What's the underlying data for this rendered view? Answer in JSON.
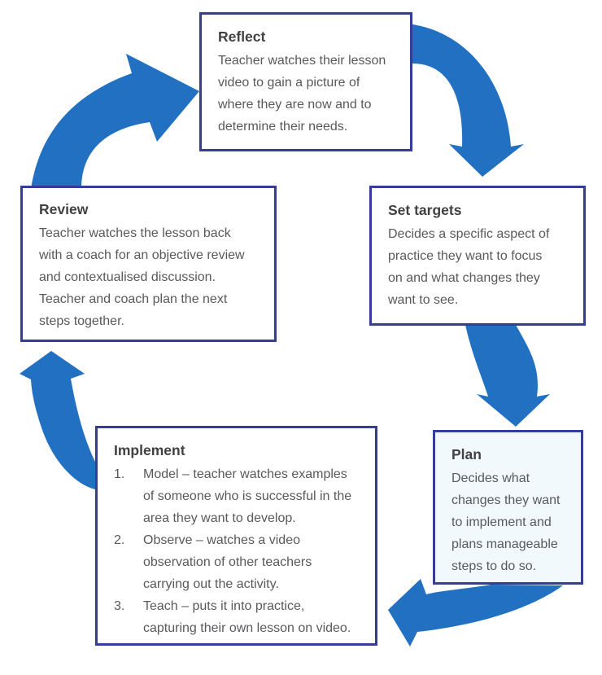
{
  "colors": {
    "arrow": "#2270c2",
    "box_border": "#353d96",
    "title_text": "#414042",
    "body_text": "#58595b"
  },
  "boxes": {
    "reflect": {
      "title": "Reflect",
      "lines": [
        "Teacher watches their lesson",
        "video to gain a picture of",
        "where they are now and to",
        "determine their needs."
      ]
    },
    "set_targets": {
      "title": "Set targets",
      "lines": [
        "Decides a specific aspect of",
        "practice they want to focus",
        "on and what changes they",
        "want to see."
      ]
    },
    "plan": {
      "title": "Plan",
      "lines": [
        "Decides what",
        "changes they want",
        "to implement and",
        "plans manageable",
        "steps to do so."
      ]
    },
    "implement": {
      "title": "Implement",
      "items": [
        {
          "num": "1.",
          "lines": [
            "Model – teacher watches examples",
            "of someone who is successful in the",
            "area they want to develop."
          ]
        },
        {
          "num": "2.",
          "lines": [
            "Observe – watches a video",
            "observation of other teachers",
            "carrying out the activity."
          ]
        },
        {
          "num": "3.",
          "lines": [
            "Teach – puts it into practice,",
            "capturing their own lesson on video."
          ]
        }
      ]
    },
    "review": {
      "title": "Review",
      "lines": [
        "Teacher watches the lesson back",
        "with a coach for an objective review",
        "and contextualised discussion.",
        "Teacher and coach plan the next",
        "steps together."
      ]
    }
  },
  "connections": [
    {
      "from": "Review",
      "to": "Reflect"
    },
    {
      "from": "Reflect",
      "to": "Set targets"
    },
    {
      "from": "Set targets",
      "to": "Plan"
    },
    {
      "from": "Plan",
      "to": "Implement"
    },
    {
      "from": "Implement",
      "to": "Review"
    }
  ]
}
